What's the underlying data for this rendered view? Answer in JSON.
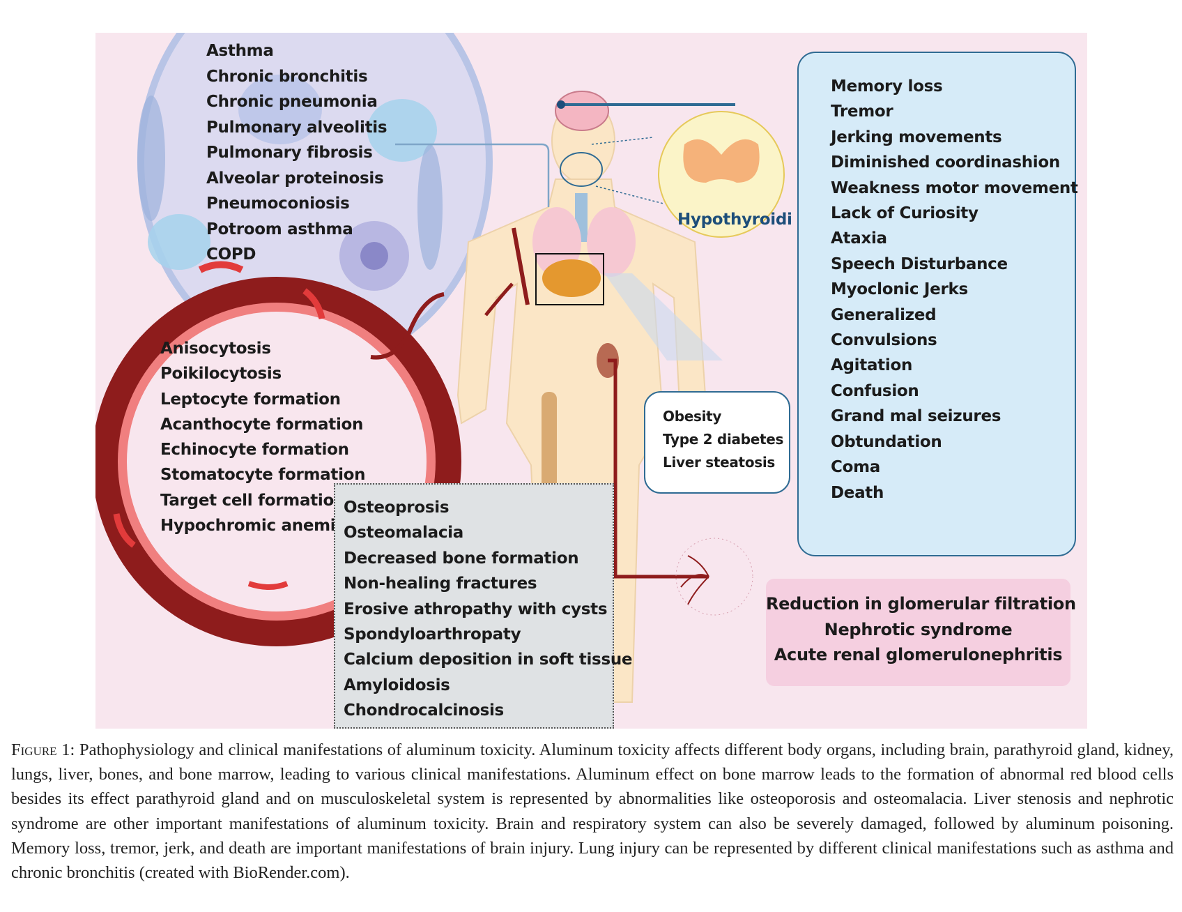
{
  "lung_conditions": [
    "Asthma",
    "Chronic bronchitis",
    "Chronic pneumonia",
    "Pulmonary alveolitis",
    "Pulmonary fibrosis",
    "Alveolar proteinosis",
    "Pneumoconiosis",
    "Potroom asthma",
    "COPD"
  ],
  "blood_conditions": [
    "Anisocytosis",
    "Poikilocytosis",
    "Leptocyte formation",
    "Acanthocyte formation",
    "Echinocyte formation",
    "Stomatocyte formation",
    "Target cell formation",
    "Hypochromic anemia"
  ],
  "bone_conditions": [
    "Osteoprosis",
    "Osteomalacia",
    "Decreased bone formation",
    "Non-healing fractures",
    "Erosive athropathy with cysts",
    "Spondyloarthropaty",
    "Calcium deposition in soft tissue",
    "Amyloidosis",
    "Chondrocalcinosis"
  ],
  "brain_conditions": [
    "Memory loss",
    "Tremor",
    "Jerking movements",
    "Diminished coordinashion",
    "Weakness motor movement",
    "Lack of Curiosity",
    "Ataxia",
    "Speech Disturbance",
    "Myoclonic Jerks",
    "Generalized",
    "Convulsions",
    "Agitation",
    "Confusion",
    "Grand mal seizures",
    "Obtundation",
    "Coma",
    "Death"
  ],
  "liver_conditions": [
    "Obesity",
    "Type 2 diabetes",
    "Liver steatosis"
  ],
  "kidney_conditions": [
    "Reduction in glomerular filtration",
    "Nephrotic syndrome",
    "Acute renal glomerulonephritis"
  ],
  "thyroid_label": "Hypothyroidi",
  "caption": {
    "label": "Figure 1:",
    "text": "Pathophysiology and clinical manifestations of aluminum toxicity. Aluminum toxicity affects different body organs, including brain, parathyroid gland, kidney, lungs, liver, bones, and bone marrow, leading to various clinical manifestations. Aluminum effect on bone marrow leads to the formation of abnormal red blood cells besides its effect parathyroid gland and on musculoskeletal system is represented by abnormalities like osteoporosis and osteomalacia. Liver stenosis and nephrotic syndrome are other important manifestations of aluminum toxicity. Brain and respiratory system can also be severely damaged, followed by aluminum poisoning. Memory loss, tremor, jerk, and death are important manifestations of brain injury. Lung injury can be represented by different clinical manifestations such as asthma and chronic bronchitis (created with BioRender.com)."
  },
  "colors": {
    "background": "#f8e6ee",
    "vessel_ring": "#8e1c1c",
    "brain_box": "#d6ebf8",
    "bone_box": "#dfe2e4",
    "kidney_box": "#f5cfe0",
    "thyroid_circle": "#fbf4c8",
    "border_blue": "#2f6b93"
  }
}
